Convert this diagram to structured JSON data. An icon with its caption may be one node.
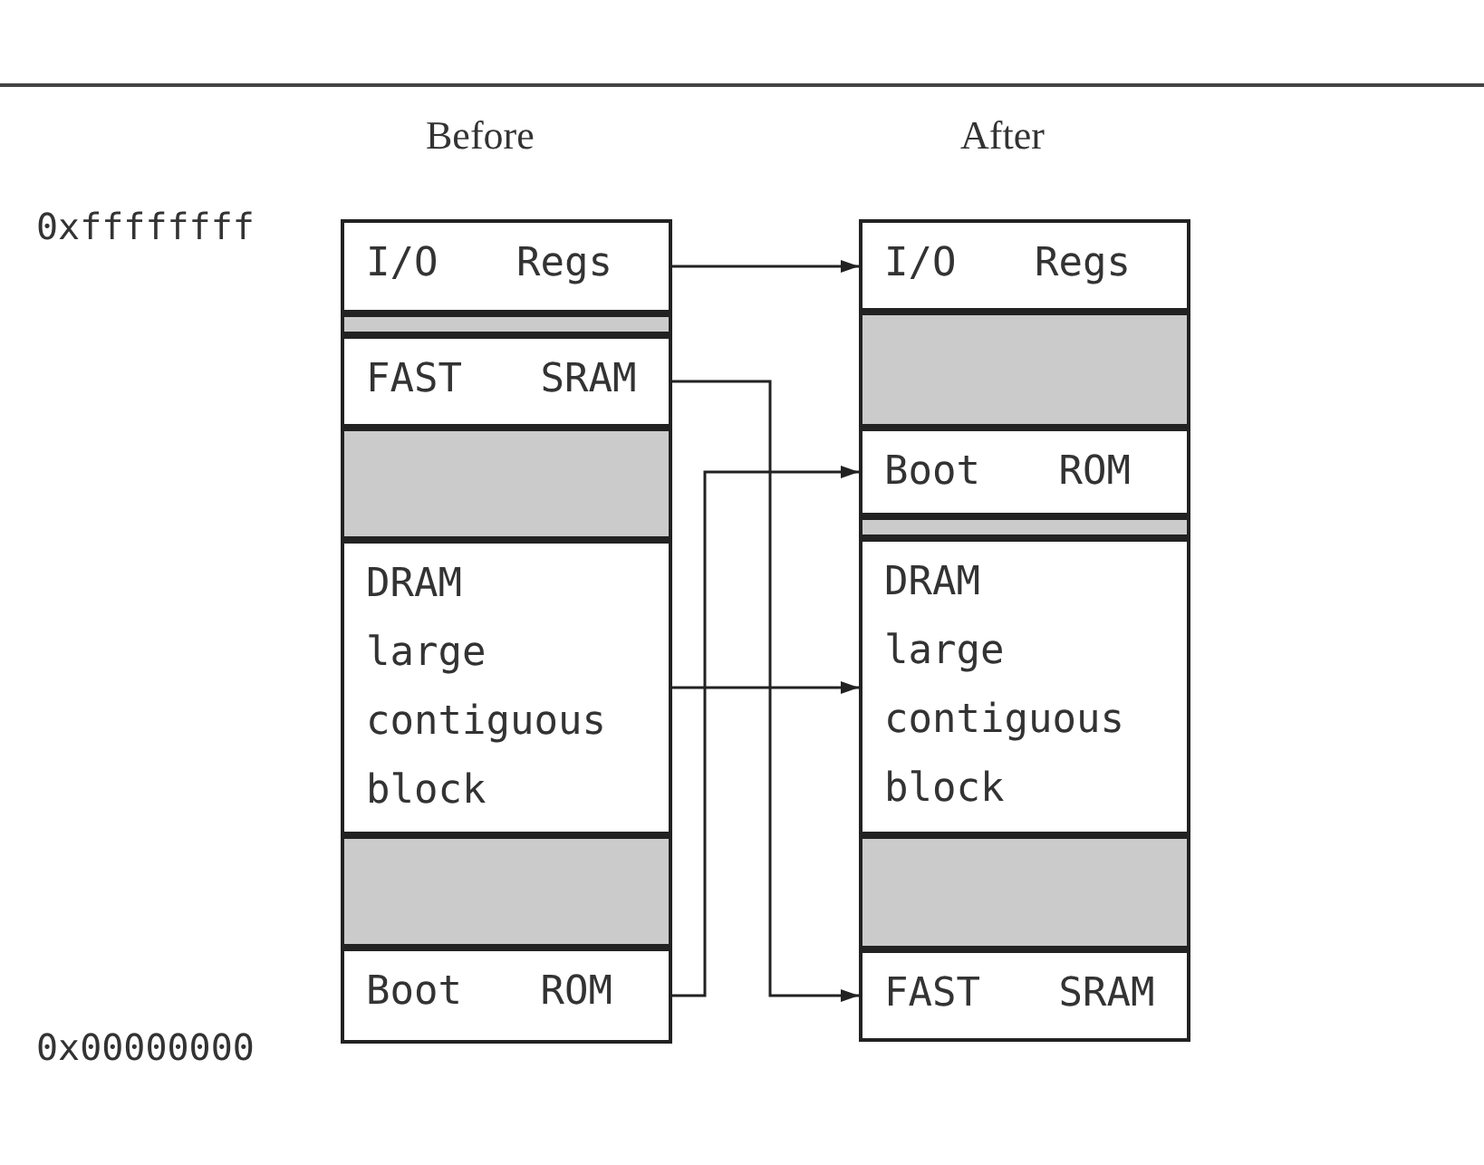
{
  "diagram": {
    "nodes": [
      {
        "text": [
          "I/O Regs"
        ]
      },
      {
        "text": [],
        "shape": "box"
      },
      {
        "text": [
          "FAST SRAM"
        ]
      },
      {
        "text": [],
        "shape": "box"
      },
      {
        "text": [
          "DRAM large contiguous block"
        ]
      },
      {
        "text": [],
        "shape": "box"
      },
      {
        "text": [
          "Boot ROM"
        ]
      },
      {
        "text": [
          "I/O Regs"
        ]
      },
      {
        "text": [],
        "shape": "box"
      },
      {
        "text": [
          "Boot ROM"
        ]
      },
      {
        "text": [],
        "shape": "box"
      },
      {
        "text": [
          "DRAM large contiguous block"
        ]
      },
      {
        "text": [],
        "shape": "box"
      },
      {
        "text": [
          "FAST SRAM"
        ]
      }
    ],
    "edges": [
      {
        "from": 0,
        "to": 7,
        "arrow": "to"
      },
      {
        "from": 2,
        "to": 13,
        "arrow": "to"
      },
      {
        "from": 4,
        "to": 11,
        "arrow": "to"
      },
      {
        "from": 6,
        "to": 9,
        "arrow": "to"
      }
    ],
    "labels": [
      "Before",
      "After",
      "0xffffffff",
      "0x00000000"
    ]
  }
}
